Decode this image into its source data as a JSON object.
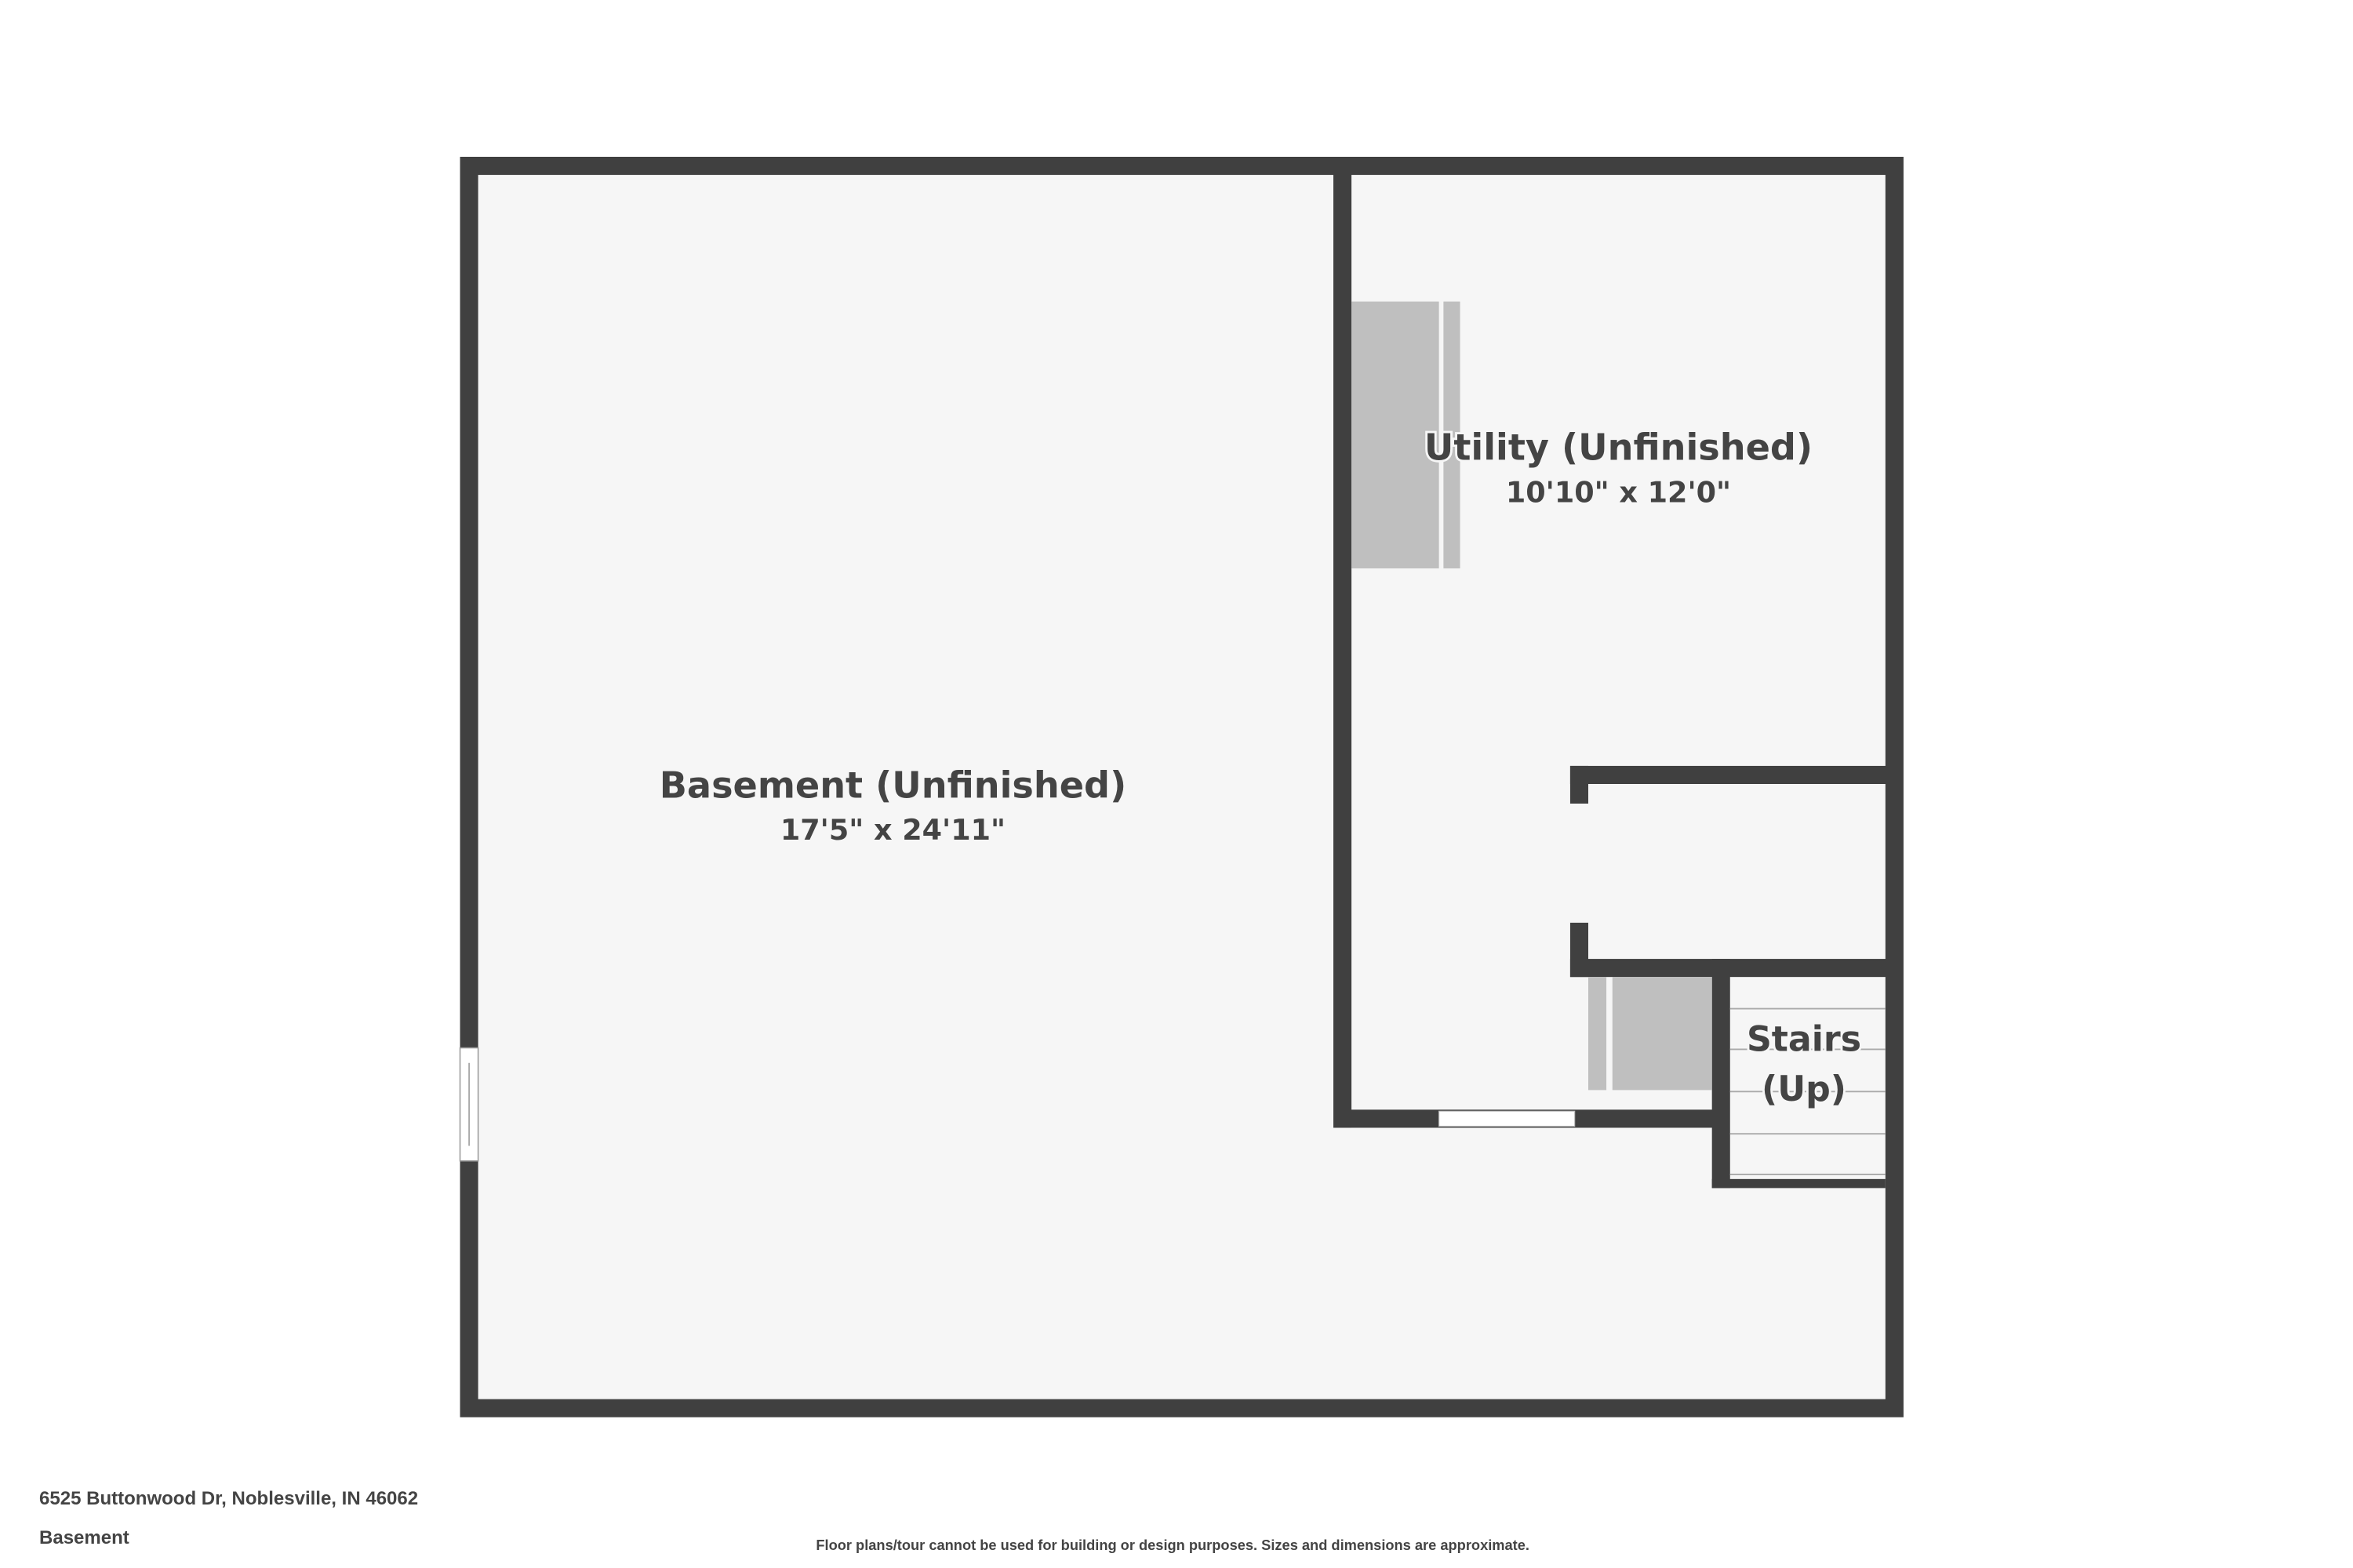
{
  "rooms": {
    "basement": {
      "name": "Basement (Unfinished)",
      "dims": "17'5\" x 24'11\""
    },
    "utility": {
      "name": "Utility (Unfinished)",
      "dims": "10'10\" x 12'0\""
    },
    "stairs": {
      "line1": "Stairs",
      "line2": "(Up)"
    }
  },
  "footer": {
    "address": "6525 Buttonwood Dr, Noblesville, IN 46062",
    "floor": "Basement",
    "disclaimer": "Floor plans/tour cannot be used for building or design purposes. Sizes and dimensions are approximate."
  },
  "colors": {
    "wall": "#404040",
    "floor": "#f6f6f6",
    "fixture": "#bfbfbf"
  }
}
